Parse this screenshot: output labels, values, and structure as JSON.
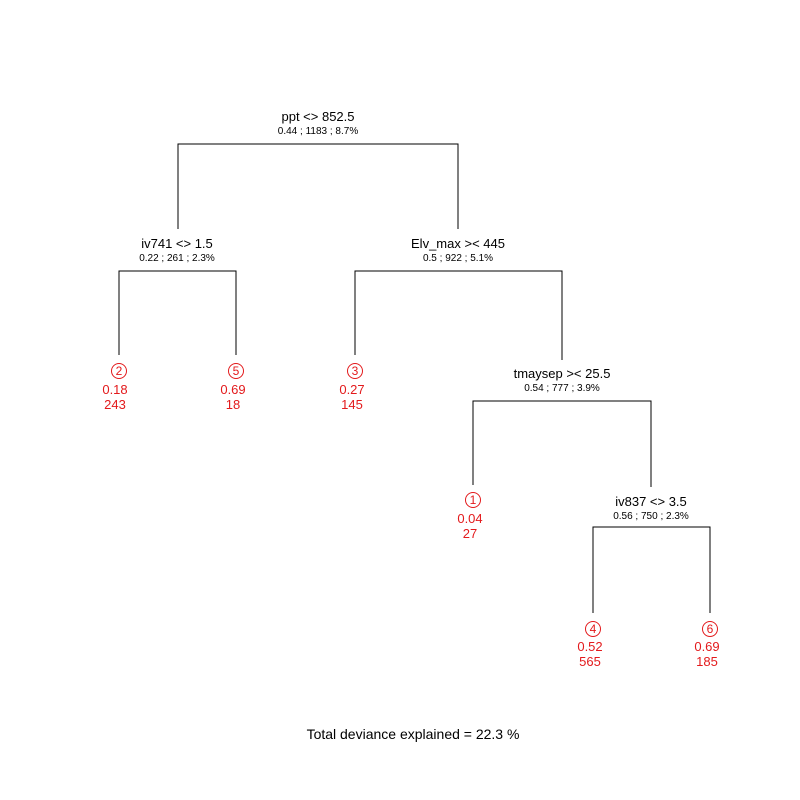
{
  "tree": {
    "nodes": [
      {
        "id": "root",
        "label": "ppt <> 852.5",
        "stats": "0.44 ; 1183 ; 8.7%"
      },
      {
        "id": "n_iv741",
        "label": "iv741 <> 1.5",
        "stats": "0.22 ; 261 ; 2.3%"
      },
      {
        "id": "n_elv",
        "label": "Elv_max >< 445",
        "stats": "0.5 ; 922 ; 5.1%"
      },
      {
        "id": "n_tmay",
        "label": "tmaysep >< 25.5",
        "stats": "0.54 ; 777 ; 3.9%"
      },
      {
        "id": "n_iv837",
        "label": "iv837 <> 3.5",
        "stats": "0.56 ; 750 ; 2.3%"
      }
    ],
    "leaves": [
      {
        "number": "2",
        "mean": "0.18",
        "count": "243"
      },
      {
        "number": "5",
        "mean": "0.69",
        "count": "18"
      },
      {
        "number": "3",
        "mean": "0.27",
        "count": "145"
      },
      {
        "number": "1",
        "mean": "0.04",
        "count": "27"
      },
      {
        "number": "4",
        "mean": "0.52",
        "count": "565"
      },
      {
        "number": "6",
        "mean": "0.69",
        "count": "185"
      }
    ]
  },
  "colors": {
    "line": "#000000",
    "leaf": "#e31a1c"
  },
  "footer": "Total deviance explained = 22.3 %"
}
